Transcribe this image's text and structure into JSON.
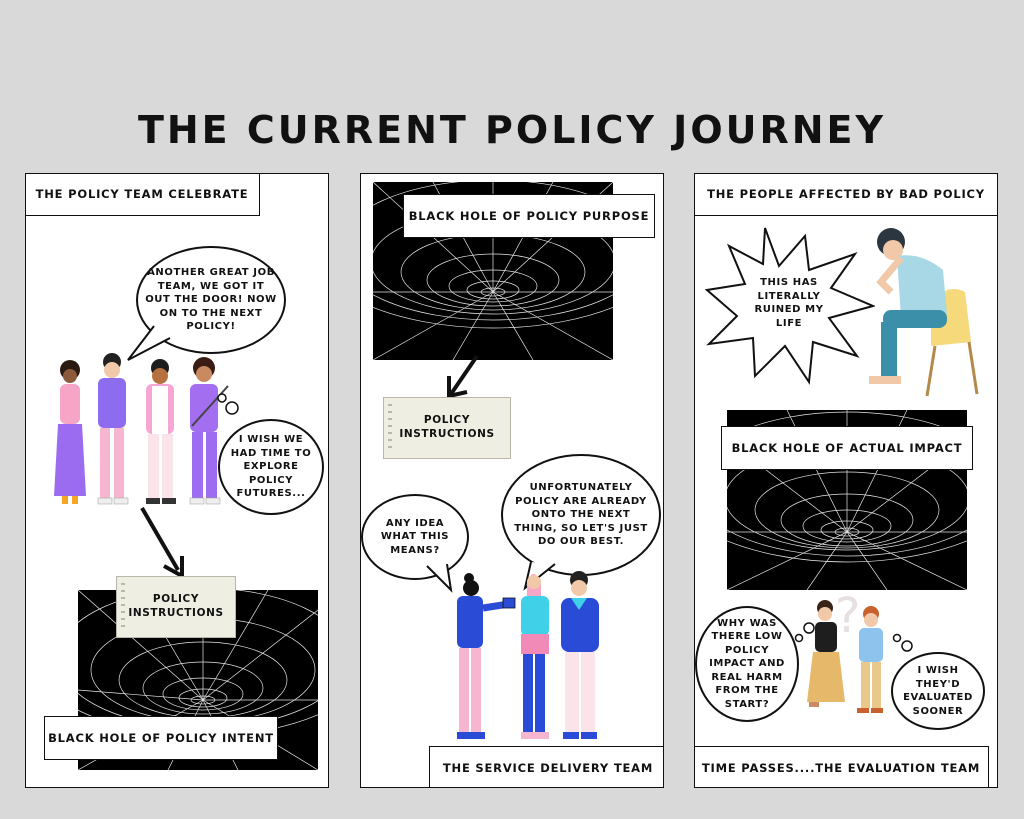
{
  "title": "THE CURRENT POLICY JOURNEY",
  "panel1": {
    "caption_top": "THE POLICY TEAM CELEBRATE",
    "speech": "ANOTHER GREAT JOB TEAM, WE GOT IT OUT THE DOOR! NOW ON TO THE NEXT POLICY!",
    "thought": "I WISH WE HAD TIME TO EXPLORE POLICY FUTURES...",
    "note": "POLICY INSTRUCTIONS",
    "caption_bottom": "BLACK HOLE OF POLICY INTENT"
  },
  "panel2": {
    "caption_top": "BLACK HOLE OF POLICY PURPOSE",
    "note": "POLICY INSTRUCTIONS",
    "speech_left": "ANY IDEA WHAT THIS MEANS?",
    "speech_right": "UNFORTUNATELY POLICY ARE ALREADY ONTO THE NEXT THING, SO LET'S JUST DO OUR BEST.",
    "caption_bottom": "THE SERVICE DELIVERY TEAM"
  },
  "panel3": {
    "caption_top": "THE PEOPLE AFFECTED BY BAD POLICY",
    "shout": "THIS HAS LITERALLY RUINED MY LIFE",
    "caption_middle": "BLACK HOLE OF ACTUAL IMPACT",
    "thought_left": "WHY WAS THERE LOW POLICY IMPACT AND REAL HARM FROM THE START?",
    "thought_right": "I WISH THEY'D EVALUATED SOONER",
    "caption_bottom": "TIME PASSES....THE EVALUATION TEAM"
  }
}
